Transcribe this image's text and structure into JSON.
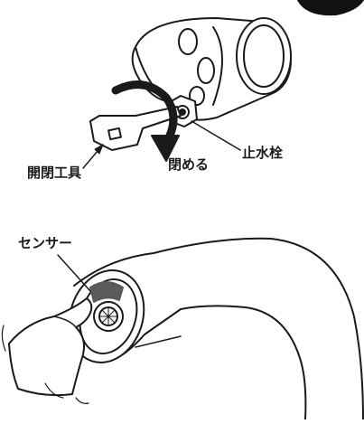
{
  "figure": {
    "labels": {
      "close_direction": "閉める",
      "stop_valve": "止水栓",
      "opening_tool": "開閉工具",
      "sensor": "センサー"
    },
    "icons": {
      "rotation_arrow": "clockwise-arrow-icon",
      "hand": "hand-icon"
    },
    "colors": {
      "ink": "#1a1a1a",
      "background": "#ffffff",
      "sensor_window": "#5a5a5a"
    }
  }
}
